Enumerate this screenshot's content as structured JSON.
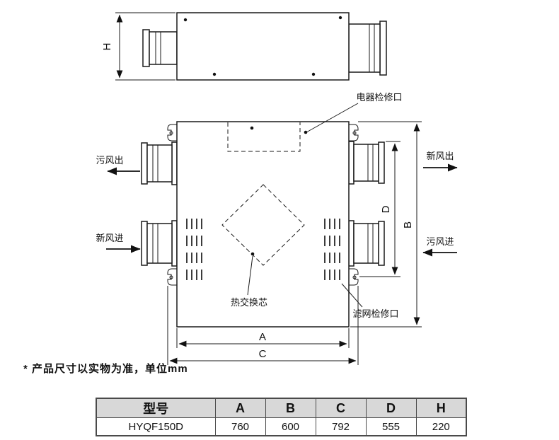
{
  "note": "*  产品尺寸以实物为准，单位mm",
  "diagram": {
    "labels": {
      "electrical_access": "电器检修口",
      "dirty_air_out": "污风出",
      "fresh_air_in": "新风进",
      "fresh_air_out": "新风出",
      "dirty_air_in": "污风进",
      "heat_exchange_core": "热交换芯",
      "filter_access": "滤网检修口"
    },
    "dims": {
      "A": "A",
      "B": "B",
      "C": "C",
      "D": "D",
      "H": "H"
    }
  },
  "table": {
    "headers": [
      "型号",
      "A",
      "B",
      "C",
      "D",
      "H"
    ],
    "row": [
      "HYQF150D",
      "760",
      "600",
      "792",
      "555",
      "220"
    ]
  }
}
